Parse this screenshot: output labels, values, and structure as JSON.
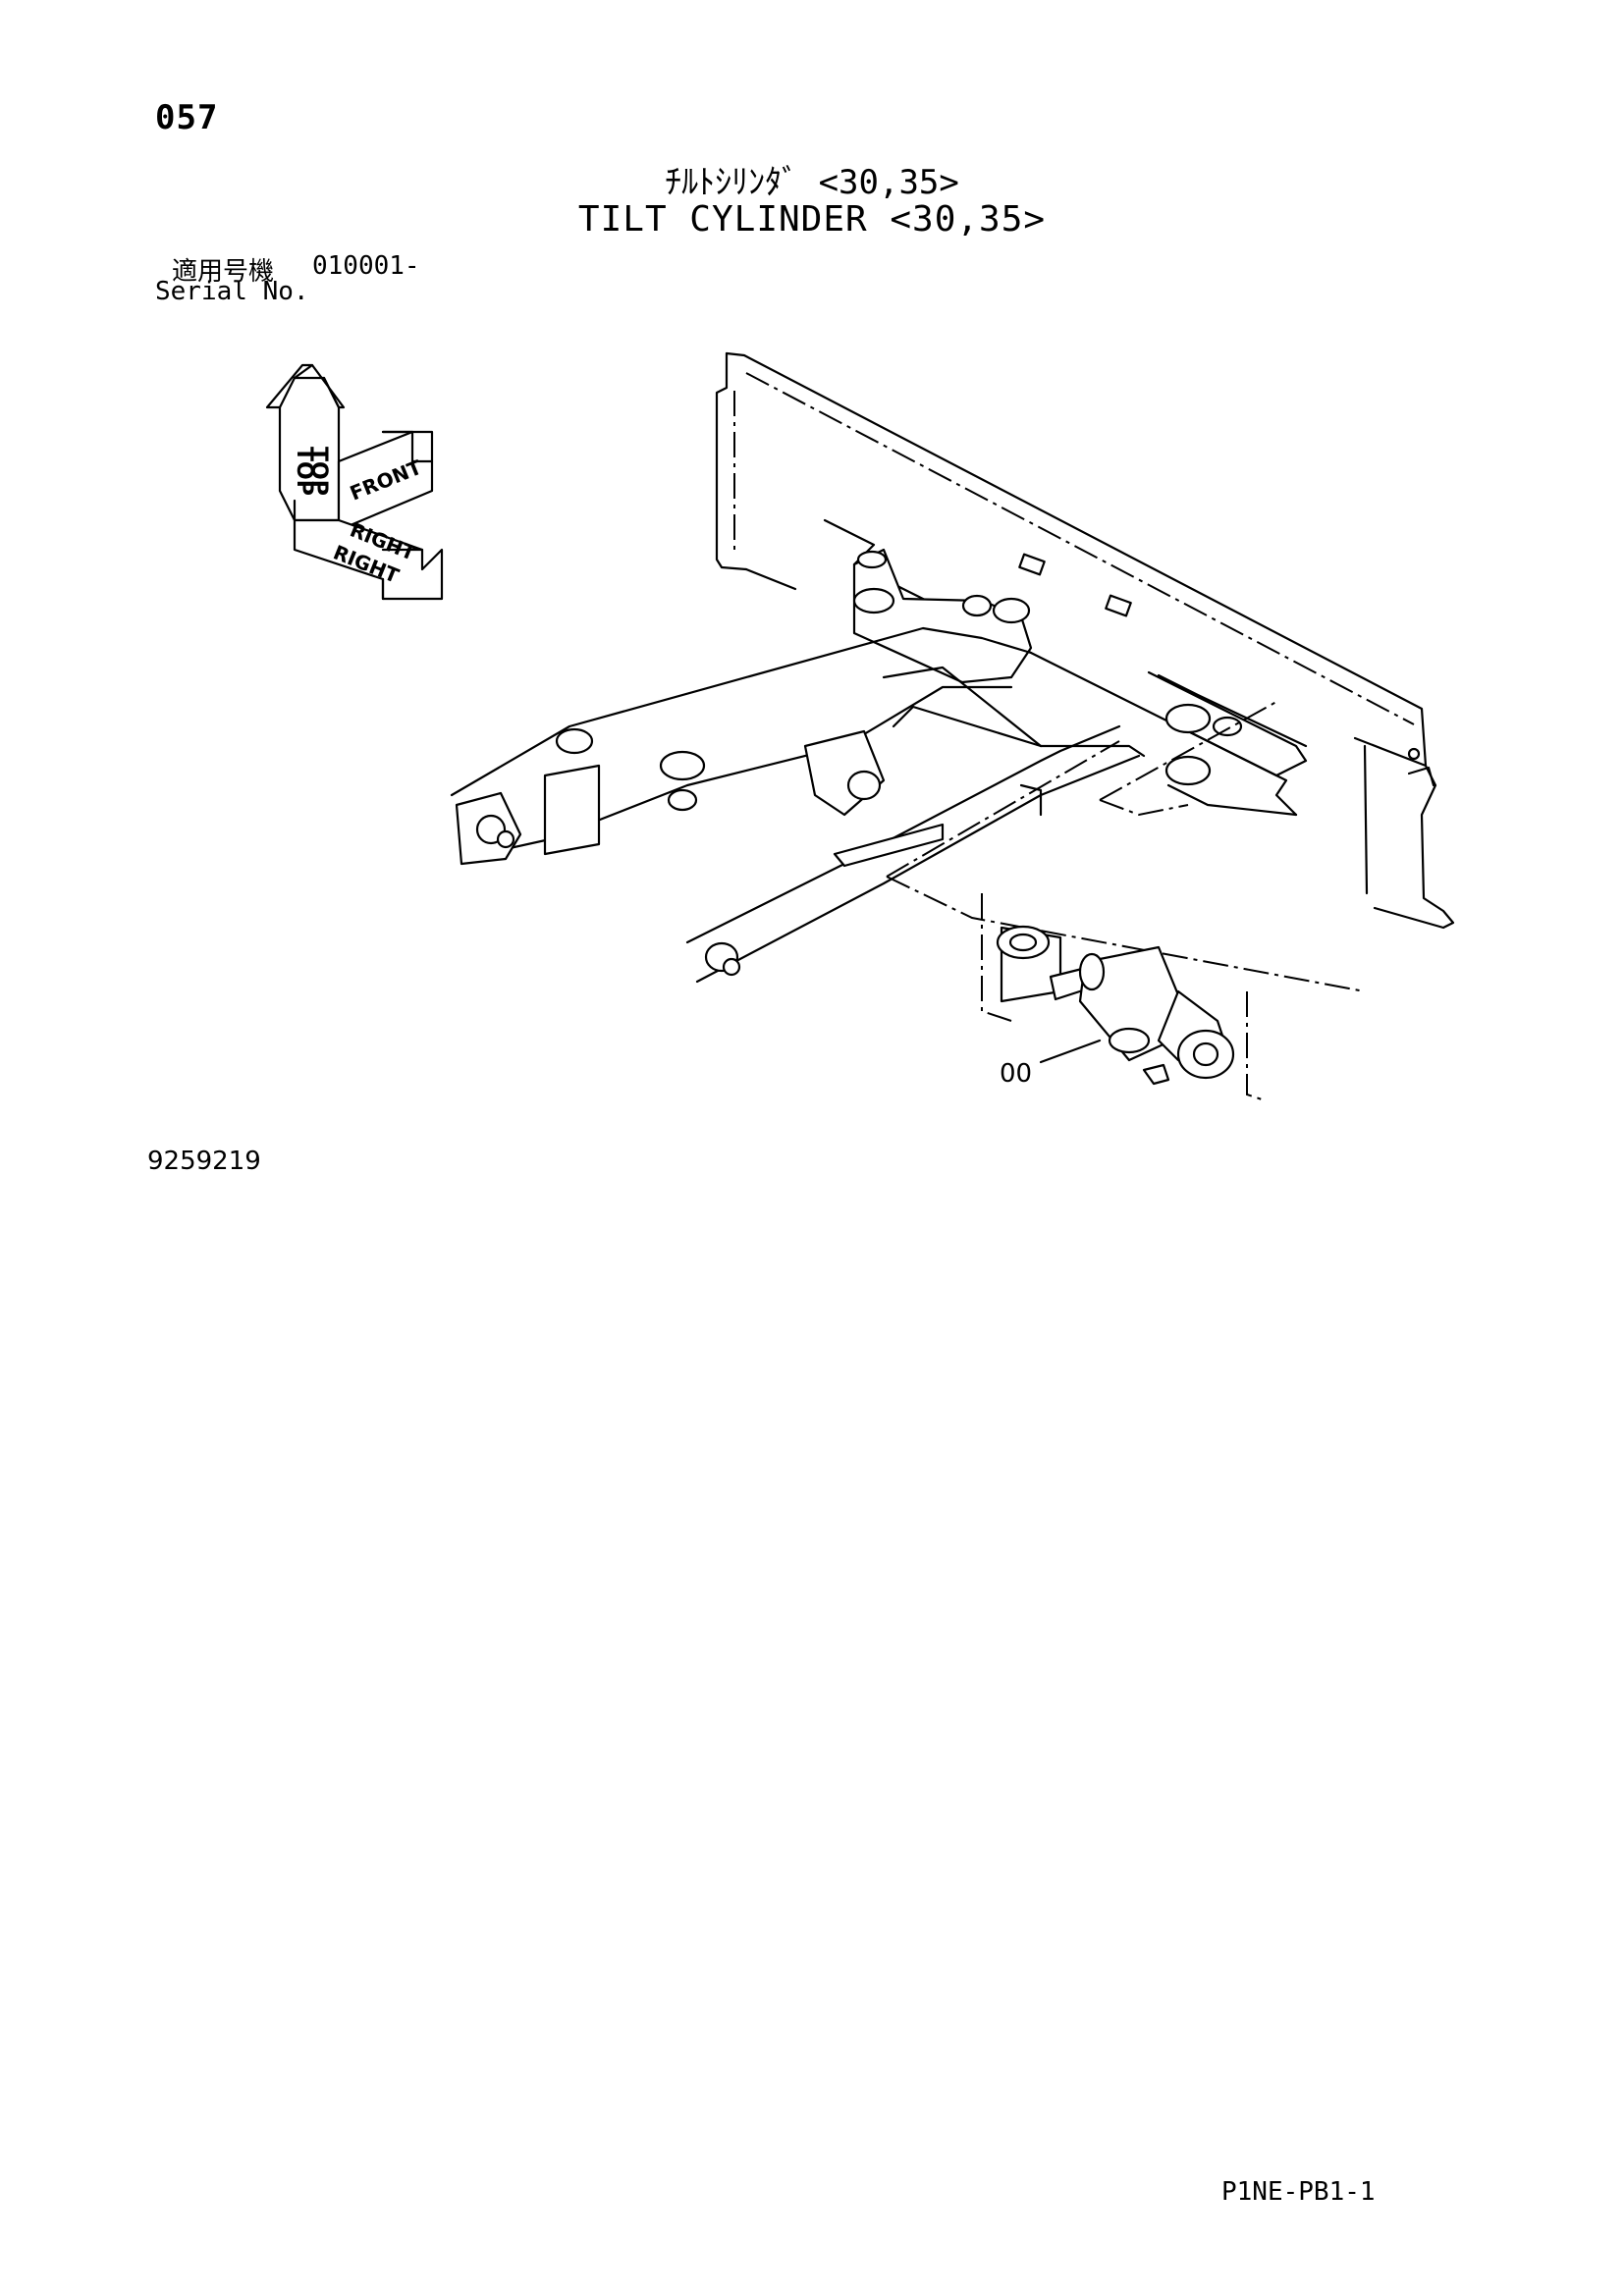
{
  "header": {
    "page_number": "057",
    "title_jp": "ﾁﾙﾄｼﾘﾝﾀﾞ <30,35>",
    "title_en": "TILT CYLINDER <30,35>"
  },
  "serial": {
    "label_jp": "適用号機",
    "value": "010001-",
    "label_en": "Serial No."
  },
  "orientation": {
    "top_label": "TOP",
    "front_label": "FRONT",
    "right_label": "RIGHT"
  },
  "drawing": {
    "callout": "00",
    "drawing_number": "9259219"
  },
  "footer": {
    "code": "P1NE-PB1-1"
  }
}
